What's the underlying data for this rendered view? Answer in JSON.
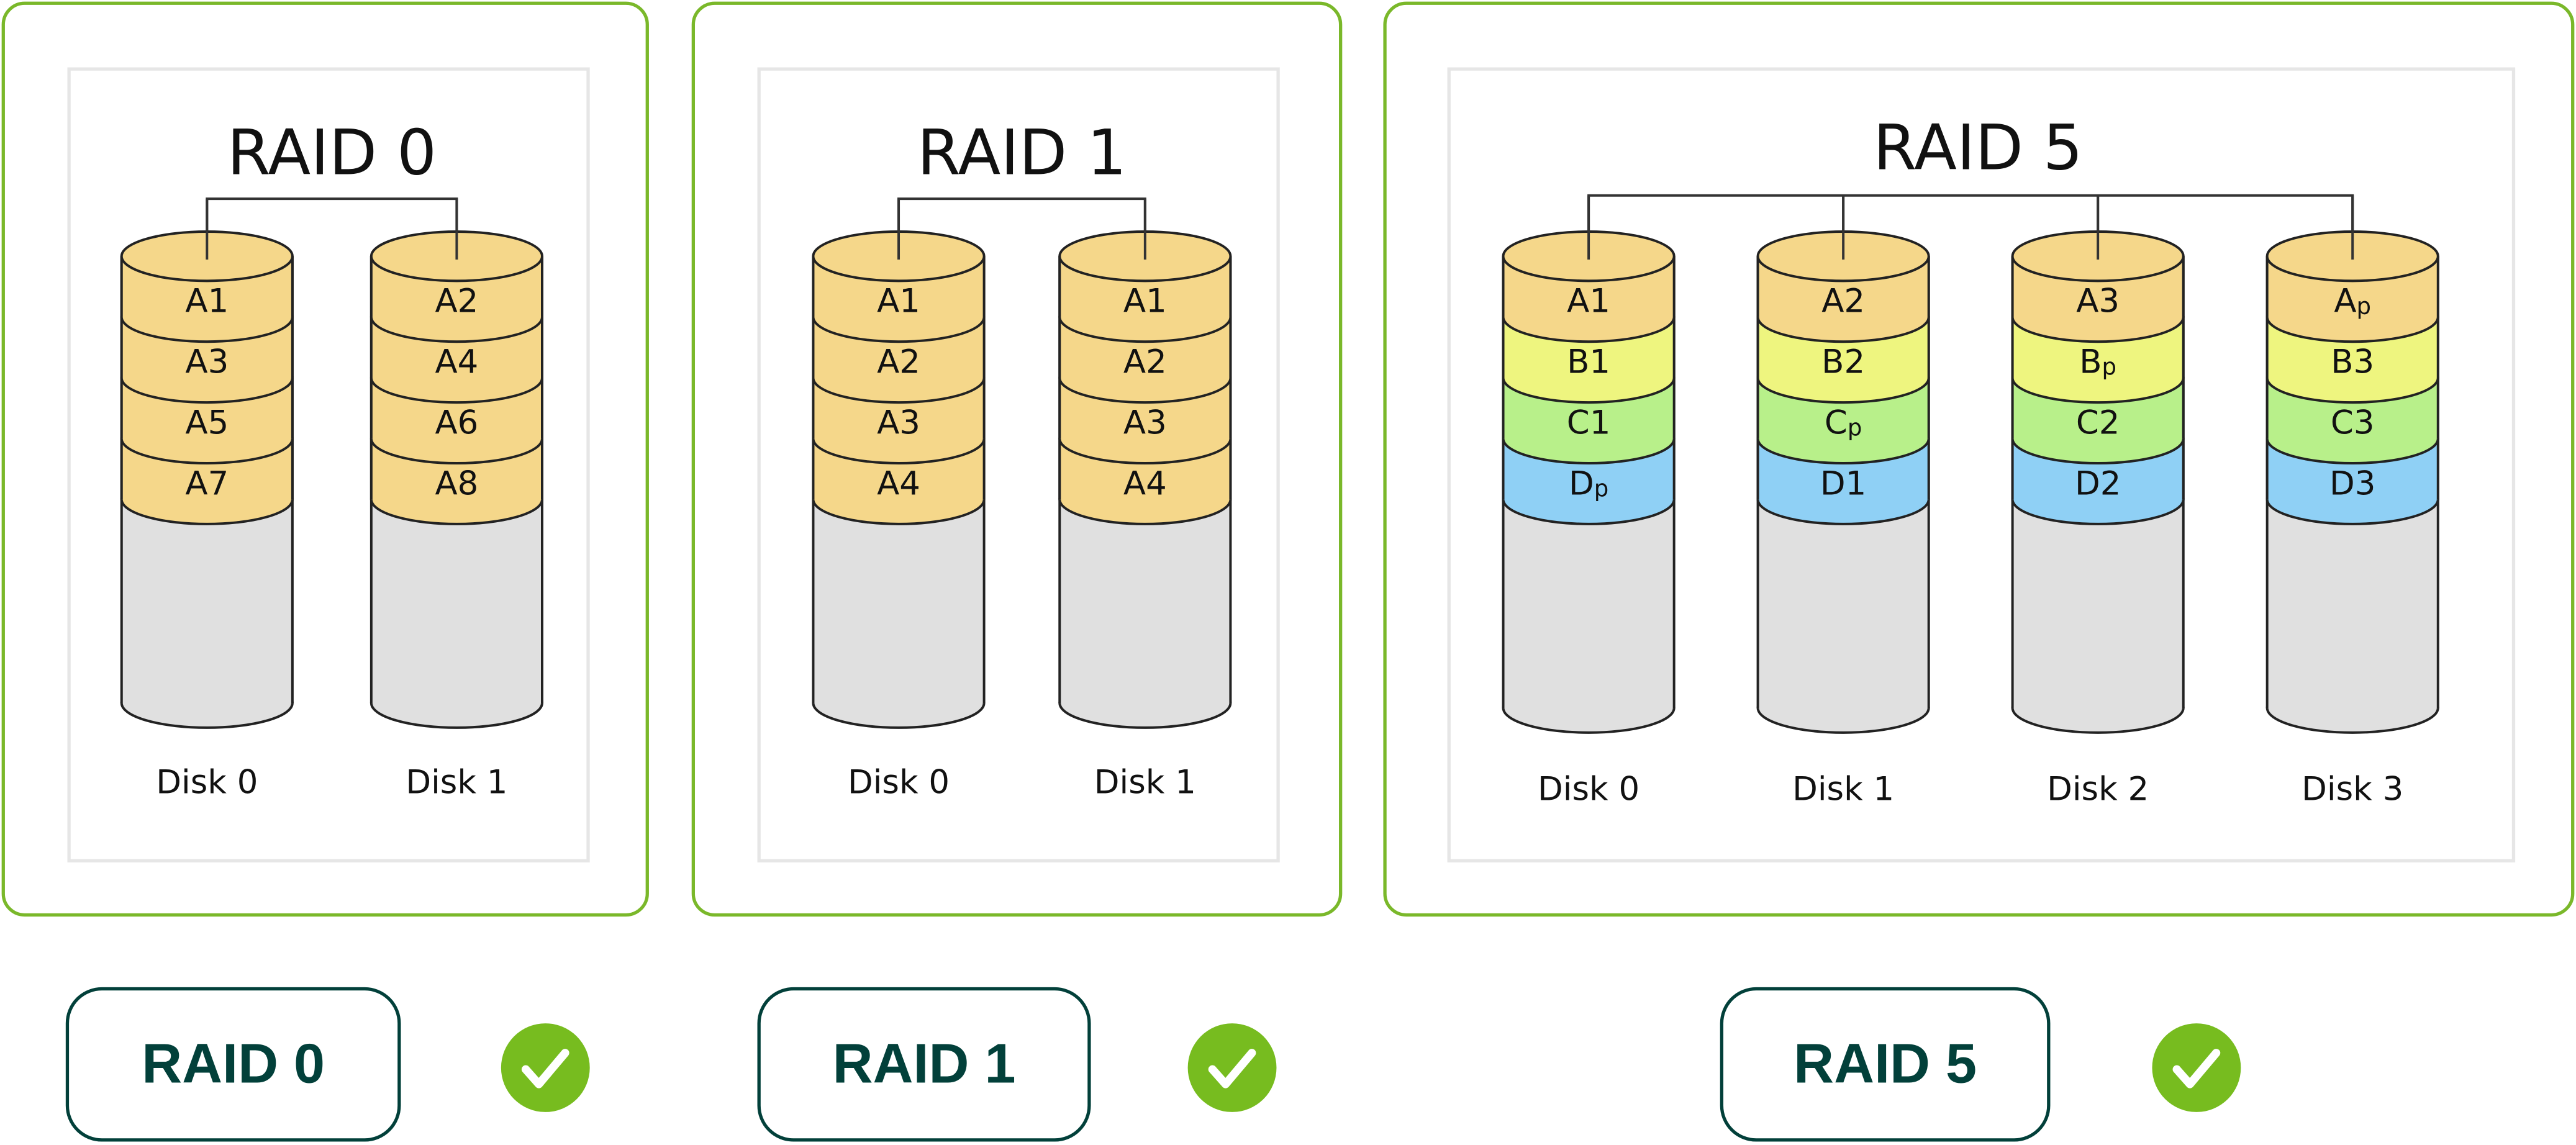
{
  "colors": {
    "card_border": "#7ab82a",
    "button_border": "#02403a",
    "check": "#77bc1f",
    "A": "#f5d78a",
    "B": "#eef57f",
    "C": "#b8f08a",
    "D": "#8fd0f5",
    "empty": "#e0e0e0"
  },
  "raids": [
    {
      "title": "RAID 0",
      "button_label": "RAID 0",
      "disks": [
        {
          "label": "Disk 0",
          "blocks": [
            {
              "t": "A1",
              "c": "A"
            },
            {
              "t": "A3",
              "c": "A"
            },
            {
              "t": "A5",
              "c": "A"
            },
            {
              "t": "A7",
              "c": "A"
            }
          ]
        },
        {
          "label": "Disk 1",
          "blocks": [
            {
              "t": "A2",
              "c": "A"
            },
            {
              "t": "A4",
              "c": "A"
            },
            {
              "t": "A6",
              "c": "A"
            },
            {
              "t": "A8",
              "c": "A"
            }
          ]
        }
      ]
    },
    {
      "title": "RAID 1",
      "button_label": "RAID 1",
      "disks": [
        {
          "label": "Disk 0",
          "blocks": [
            {
              "t": "A1",
              "c": "A"
            },
            {
              "t": "A2",
              "c": "A"
            },
            {
              "t": "A3",
              "c": "A"
            },
            {
              "t": "A4",
              "c": "A"
            }
          ]
        },
        {
          "label": "Disk 1",
          "blocks": [
            {
              "t": "A1",
              "c": "A"
            },
            {
              "t": "A2",
              "c": "A"
            },
            {
              "t": "A3",
              "c": "A"
            },
            {
              "t": "A4",
              "c": "A"
            }
          ]
        }
      ]
    },
    {
      "title": "RAID 5",
      "button_label": "RAID 5",
      "disks": [
        {
          "label": "Disk 0",
          "blocks": [
            {
              "t": "A1",
              "c": "A"
            },
            {
              "t": "B1",
              "c": "B"
            },
            {
              "t": "C1",
              "c": "C"
            },
            {
              "t": "D",
              "sub": "p",
              "c": "D"
            }
          ]
        },
        {
          "label": "Disk 1",
          "blocks": [
            {
              "t": "A2",
              "c": "A"
            },
            {
              "t": "B2",
              "c": "B"
            },
            {
              "t": "C",
              "sub": "p",
              "c": "C"
            },
            {
              "t": "D1",
              "c": "D"
            }
          ]
        },
        {
          "label": "Disk 2",
          "blocks": [
            {
              "t": "A3",
              "c": "A"
            },
            {
              "t": "B",
              "sub": "p",
              "c": "B"
            },
            {
              "t": "C2",
              "c": "C"
            },
            {
              "t": "D2",
              "c": "D"
            }
          ]
        },
        {
          "label": "Disk 3",
          "blocks": [
            {
              "t": "A",
              "sub": "p",
              "c": "A"
            },
            {
              "t": "B3",
              "c": "B"
            },
            {
              "t": "C3",
              "c": "C"
            },
            {
              "t": "D3",
              "c": "D"
            }
          ]
        }
      ]
    }
  ]
}
